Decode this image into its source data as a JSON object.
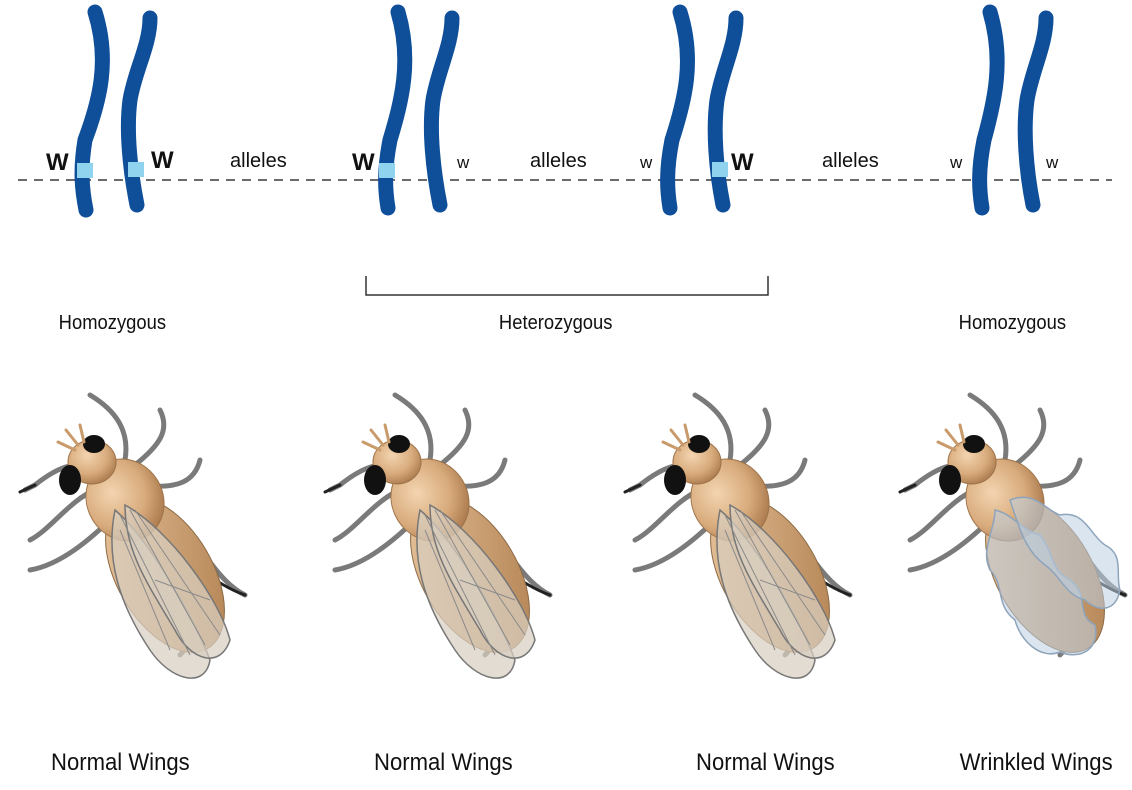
{
  "chromosome_pairs": [
    {
      "left_allele": "W",
      "right_allele": "W",
      "between_label": "alleles"
    },
    {
      "left_allele": "W",
      "right_allele": "w",
      "between_label": "alleles"
    },
    {
      "left_allele": "w",
      "right_allele": "W",
      "between_label": "alleles"
    },
    {
      "left_allele": "w",
      "right_allele": "w"
    }
  ],
  "zygosity": {
    "left": "Homozygous",
    "middle": "Heterozygous",
    "right": "Homozygous"
  },
  "phenotypes": [
    "Normal Wings",
    "Normal Wings",
    "Normal Wings",
    "Wrinkled Wings"
  ],
  "colors": {
    "chromosome": "#0f4f9a",
    "dominant_band": "#8fd3ee",
    "dashed_line": "#6b6b6b",
    "fly_body": "#d8ab7c",
    "normal_wing": "#d8cfc0",
    "wrinkled_wing": "#bcd0e4"
  }
}
